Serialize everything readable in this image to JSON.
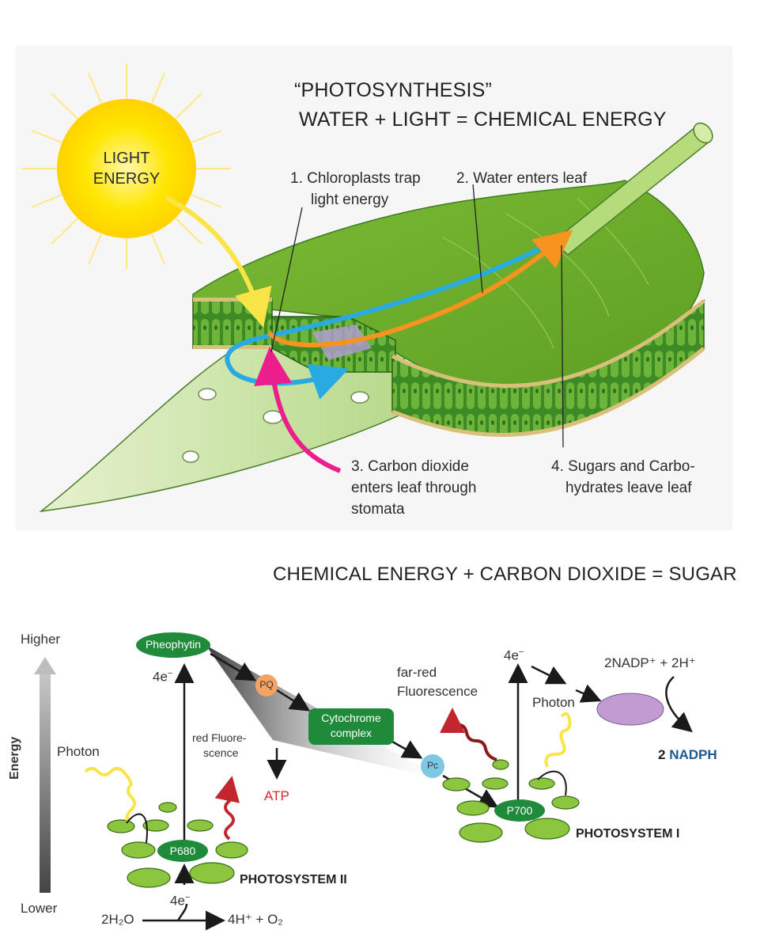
{
  "top": {
    "title_line1": "“PHOTOSYNTHESIS”",
    "title_line2": "WATER + LIGHT = CHEMICAL ENERGY",
    "sun_label_line1": "LIGHT",
    "sun_label_line2": "ENERGY",
    "step1_line1": "1. Chloroplasts trap",
    "step1_line2": "light energy",
    "step2": "2. Water enters leaf",
    "step3_line1": "3. Carbon dioxide",
    "step3_line2": "enters leaf through",
    "step3_line3": "stomata",
    "step4_line1": "4. Sugars and Carbo-",
    "step4_line2": "hydrates leave leaf"
  },
  "bottom": {
    "title": "CHEMICAL ENERGY + CARBON DIOXIDE = SUGAR",
    "axis_label": "Energy",
    "axis_higher": "Higher",
    "axis_lower": "Lower",
    "pheophytin": "Pheophytin",
    "pq": "PQ",
    "cytochrome_line1": "Cytochrome",
    "cytochrome_line2": "complex",
    "pc": "Pc",
    "p680": "P680",
    "p700": "P700",
    "atp": "ATP",
    "four_e_left": "4e",
    "four_e_right": "4e",
    "four_e_bottom": "4e",
    "e_sup": "−",
    "photon_left": "Photon",
    "photon_right": "Photon",
    "red_fluor_line1": "red Fluore-",
    "red_fluor_line2": "scence",
    "farred_line1": "far-red",
    "farred_line2": "Fluorescence",
    "psii": "PHOTOSYSTEM II",
    "psi": "PHOTOSYSTEM I",
    "water": "2H₂O",
    "products": "4H⁺ + O₂",
    "nadp": "2NADP⁺ + 2H⁺",
    "nadph_count": "2",
    "nadph": "NADPH"
  },
  "colors": {
    "leaf_light": "#8cc63f",
    "leaf_dark": "#3c7d1e",
    "sun": "#ffe600",
    "water_arrow": "#29abe2",
    "sugar_arrow": "#f7931e",
    "light_arrow": "#f9e547",
    "co2_arrow": "#ec1e8c",
    "node_green": "#1f8a3a",
    "pq": "#f4a460",
    "pc": "#7ec8e3",
    "nadp_enzyme": "#c39bd3",
    "atp_red": "#d7262b",
    "nadph_blue": "#1c5a8f"
  }
}
